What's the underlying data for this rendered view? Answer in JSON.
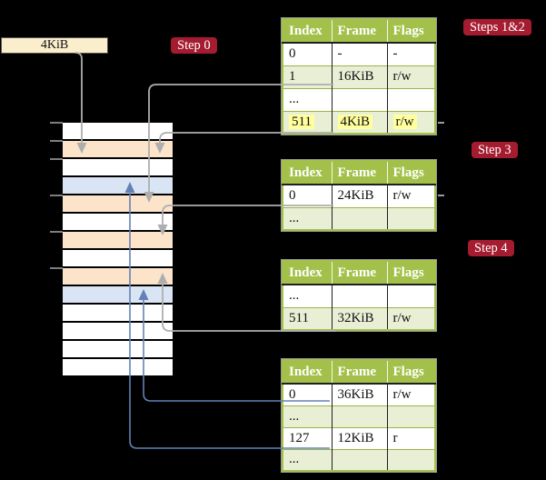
{
  "colors": {
    "background": "#000000",
    "cream_box": "#fbeecd",
    "box_border": "#55524b",
    "badge_bg": "#a51c30",
    "badge_text": "#ffffff",
    "header_green": "#a3c14a",
    "table_border": "#a3c14a",
    "gray_outline": "#989898",
    "header_sep": "#f4f7e8",
    "cell_border_dark": "#1f1f1f",
    "row_separator": "#9ab445",
    "row_green": "#e9efd5",
    "row_white": "#ffffff",
    "peach": "#fce4cb",
    "frame_blue": "#d9e5f4",
    "yellow_hl": "#ffff9d",
    "gray_line": "#aeaeae",
    "blue_line": "#6381b5",
    "tick": "#7e7e7e"
  },
  "cr3_box": {
    "label": "4KiB"
  },
  "badges": {
    "step0": "Step 0",
    "steps12": "Steps 1&2",
    "step3": "Step 3",
    "step4": "Step 4"
  },
  "memory_strip": {
    "frame_rows": [
      "white",
      "peach",
      "white",
      "blue",
      "peach",
      "white",
      "peach",
      "white",
      "peach",
      "blue",
      "white",
      "white",
      "white",
      "white"
    ]
  },
  "page_tables": {
    "headers": [
      "Index",
      "Frame",
      "Flags"
    ],
    "steps12_table": {
      "rows": [
        {
          "cells": [
            "0",
            "-",
            "-"
          ]
        },
        {
          "cells": [
            "1",
            "16KiB",
            "r/w"
          ]
        },
        {
          "cells": [
            "...",
            "",
            ""
          ]
        },
        {
          "cells": [
            "511",
            "4KiB",
            "r/w"
          ],
          "highlighted": true
        }
      ]
    },
    "step3_table": {
      "rows": [
        {
          "cells": [
            "0",
            "24KiB",
            "r/w"
          ]
        },
        {
          "cells": [
            "...",
            "",
            ""
          ]
        }
      ]
    },
    "step4_table": {
      "rows": [
        {
          "cells": [
            "...",
            "",
            ""
          ]
        },
        {
          "cells": [
            "511",
            "32KiB",
            "r/w"
          ]
        }
      ]
    },
    "final_table": {
      "rows": [
        {
          "cells": [
            "0",
            "36KiB",
            "r/w"
          ]
        },
        {
          "cells": [
            "...",
            "",
            ""
          ]
        },
        {
          "cells": [
            "127",
            "12KiB",
            "r"
          ]
        },
        {
          "cells": [
            "...",
            "",
            ""
          ]
        }
      ]
    }
  }
}
